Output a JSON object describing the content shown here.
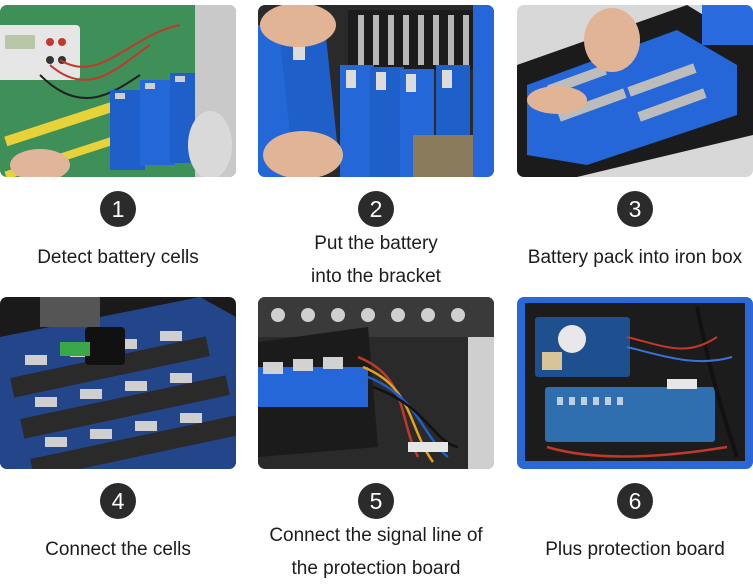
{
  "steps": [
    {
      "number": "1",
      "caption": [
        "Detect battery cells"
      ]
    },
    {
      "number": "2",
      "caption": [
        "Put the battery",
        "into the bracket"
      ]
    },
    {
      "number": "3",
      "caption": [
        "Battery pack into iron box"
      ]
    },
    {
      "number": "4",
      "caption": [
        "Connect the cells"
      ]
    },
    {
      "number": "5",
      "caption": [
        "Connect the signal line of",
        "the protection board"
      ]
    },
    {
      "number": "6",
      "caption": [
        "Plus protection board"
      ]
    }
  ],
  "colors": {
    "badge": "#2b2b2b",
    "caption_text": "#1c1c1c",
    "cell_blue": "#1f5fc9",
    "box_black": "#1b1b1b"
  }
}
